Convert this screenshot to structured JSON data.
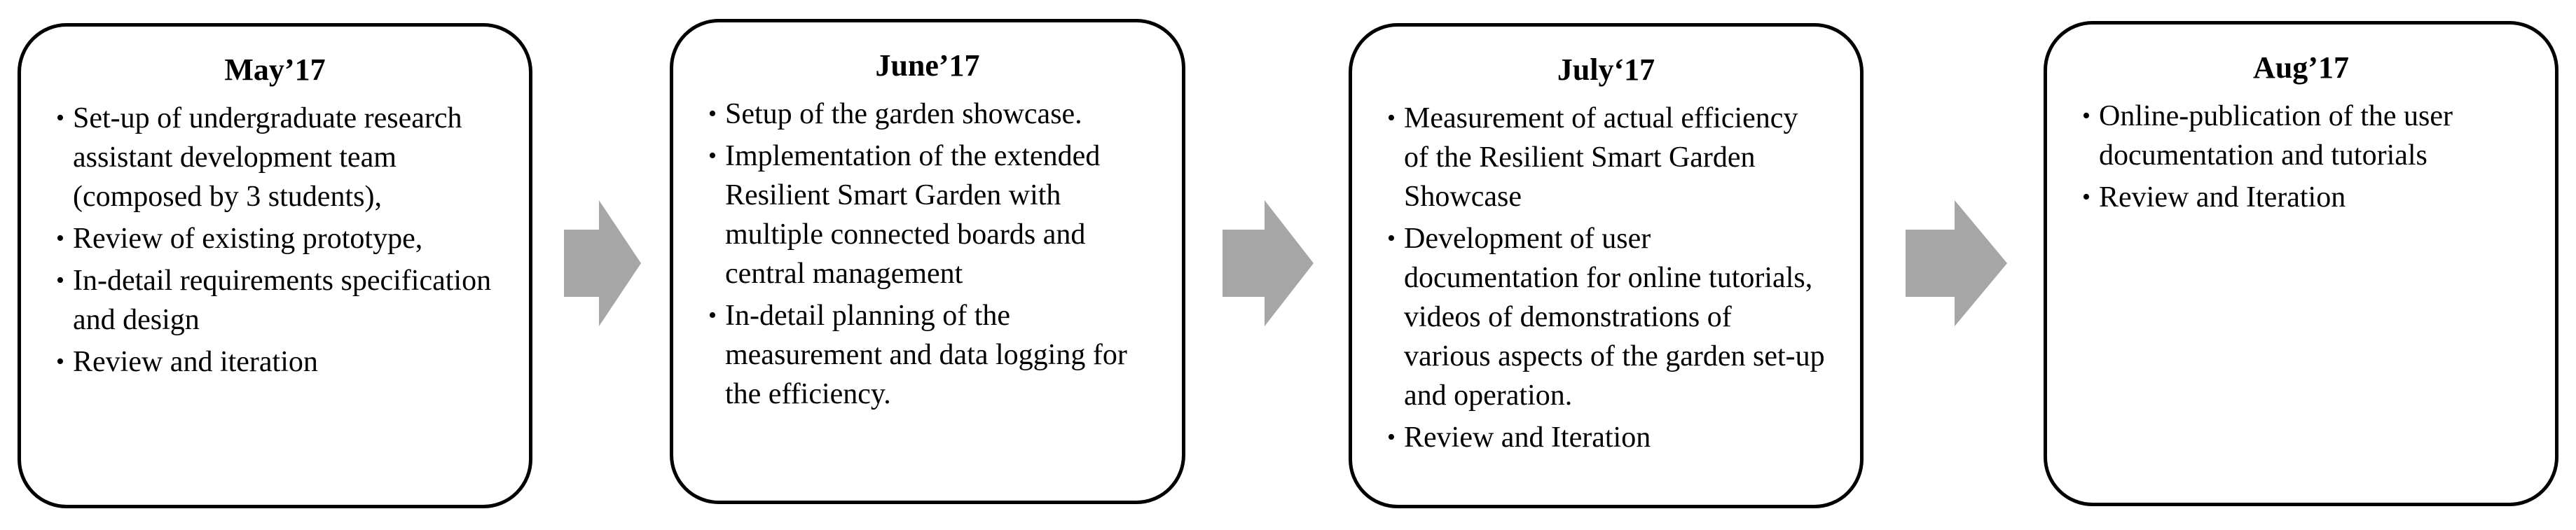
{
  "colors": {
    "border": "#000000",
    "arrow": "#a6a6a6",
    "background": "#ffffff"
  },
  "boxes": [
    {
      "title": "May’17",
      "items": [
        "Set-up of undergraduate research assistant development team (composed by 3 students),",
        "Review of existing prototype,",
        "In-detail requirements specification and design",
        "Review and iteration"
      ]
    },
    {
      "title": "June’17",
      "items": [
        "Setup of the garden showcase.",
        "Implementation of the extended Resilient Smart Garden with multiple connected boards and central management",
        "In-detail planning of the measurement and data logging for the efficiency."
      ]
    },
    {
      "title": "July‘17",
      "items": [
        "Measurement of actual efficiency of the Resilient Smart Garden Showcase",
        "Development of user documentation for online tutorials, videos of demonstrations of various aspects of the garden set-up and operation.",
        "Review and Iteration"
      ]
    },
    {
      "title": "Aug’17",
      "items": [
        "Online-publication of the user documentation and tutorials",
        "Review and Iteration"
      ]
    }
  ]
}
